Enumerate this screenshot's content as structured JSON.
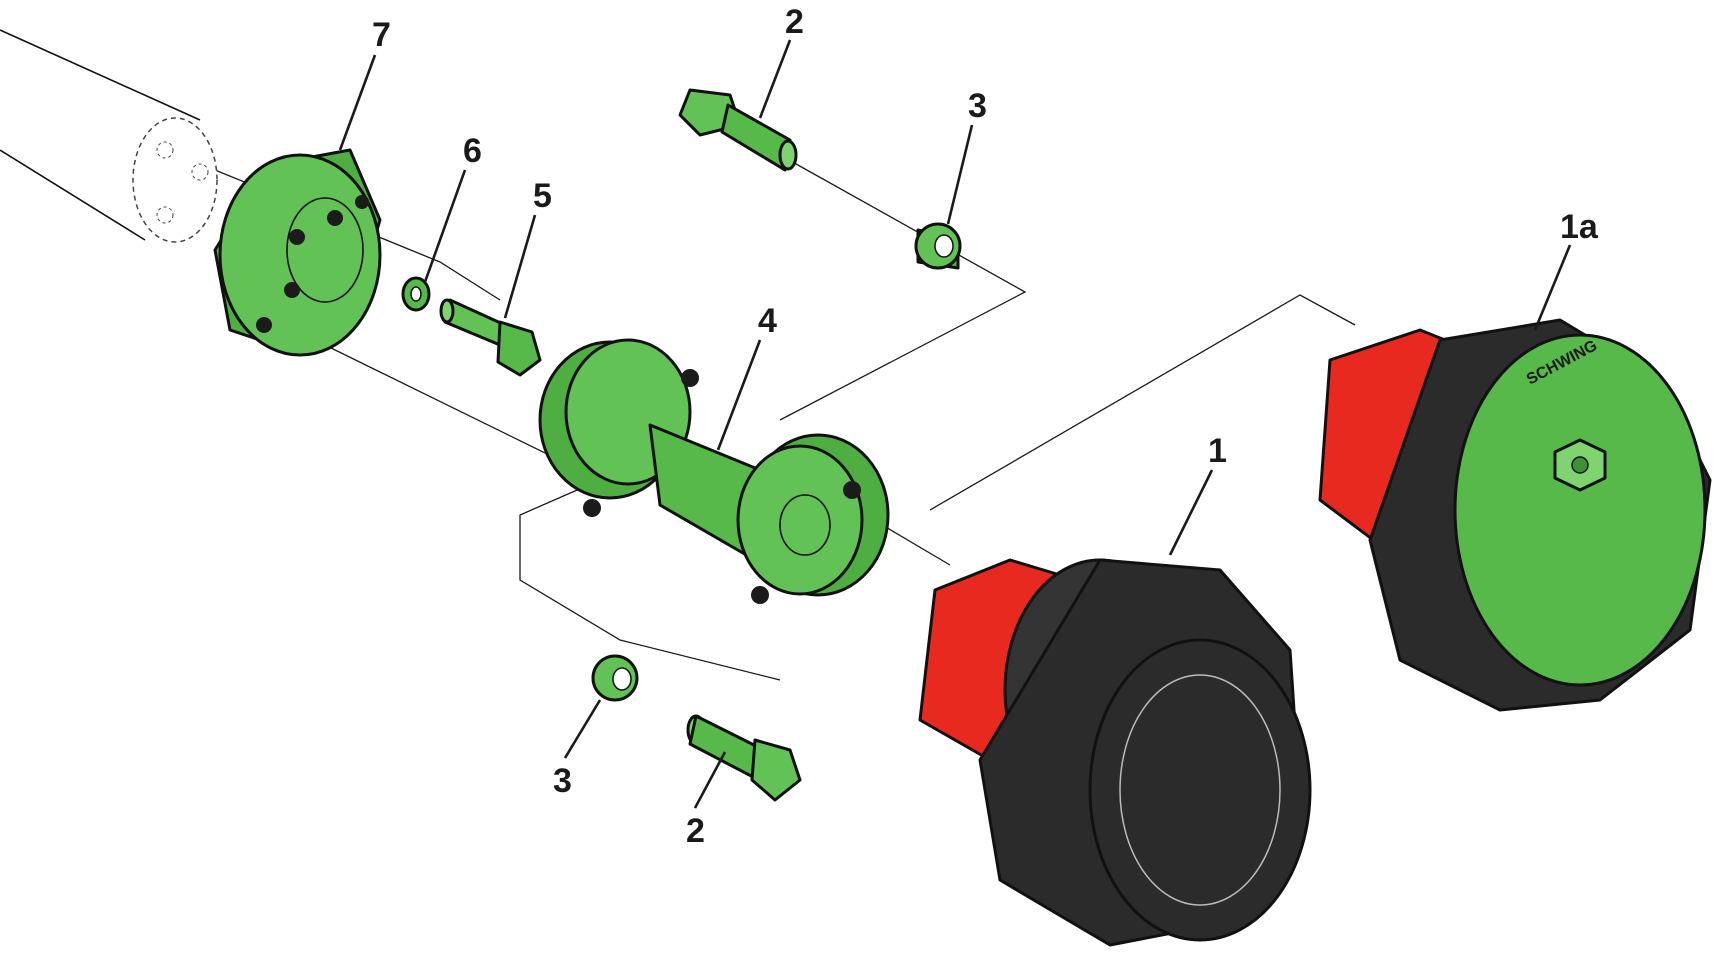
{
  "diagram": {
    "labels": {
      "part_7": "7",
      "part_6": "6",
      "part_5": "5",
      "part_4": "4",
      "part_3_top": "3",
      "part_3_bottom": "3",
      "part_2_top": "2",
      "part_2_bottom": "2",
      "part_1": "1",
      "part_1a": "1a"
    },
    "brand_text": "SCHWING",
    "colors": {
      "part_green": "#57b94a",
      "part_green_light": "#7fd46f",
      "part_red": "#e8291f",
      "part_black": "#2b2b2b",
      "outline": "#111111"
    }
  }
}
